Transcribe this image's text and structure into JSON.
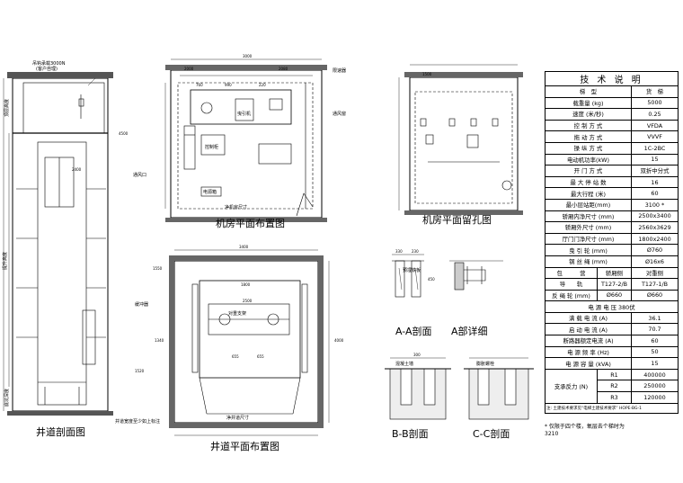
{
  "titles": {
    "shaft_section": "井道剖面图",
    "machine_room_layout": "机房平面布置图",
    "machine_room_holes": "机房平面留孔图",
    "shaft_plan": "井道平面布置图",
    "section_aa": "A-A剖面",
    "detail_a": "A部详细",
    "section_bb": "B-B剖面",
    "section_cc": "C-C剖面"
  },
  "annotations": {
    "hook_load": "吊钩承载3000N",
    "owner_supplied": "(客户自理)",
    "ventilation": "通风口",
    "control_cabinet": "控制柜",
    "machine": "曳引机",
    "power_box": "电源箱",
    "speed_governor": "限速器",
    "vent_window": "通风窗",
    "net_room_size": "净机房尺寸",
    "net_shaft_size": "净井道尺寸",
    "counterweight_bracket": "对重支架",
    "buffer": "缓冲器",
    "landing_door_note": "井道宽度至少如上标注",
    "embedded_plate": "预埋铁板",
    "beam_note": "混凝土墙",
    "anchor_note": "膨胀螺栓",
    "top_height": "顶层高度",
    "pit_depth": "底坑深度",
    "travel": "提升高度",
    "dims": [
      "2000",
      "2080",
      "760",
      "990",
      "220",
      "3000",
      "1500",
      "3400",
      "2500",
      "1800",
      "655",
      "655",
      "1340",
      "4000",
      "2400",
      "1520",
      "330",
      "230",
      "450",
      "1550",
      "300",
      "4500"
    ]
  },
  "spec_table": {
    "title": "技 术 说 明",
    "rows": [
      {
        "label": "梯　型",
        "value": "货　梯"
      },
      {
        "label": "载重量 (kg)",
        "value": "5000"
      },
      {
        "label": "速度 (米/秒)",
        "value": "0.25"
      },
      {
        "label": "控 制 方 式",
        "value": "VFDA"
      },
      {
        "label": "拖 动 方 式",
        "value": "VVVF"
      },
      {
        "label": "操 纵 方 式",
        "value": "1C-2BC"
      },
      {
        "label": "电动机功率(kW)",
        "value": "15"
      },
      {
        "label": "开 门 方 式",
        "value": "双折中分式"
      },
      {
        "label": "最 大 停 站 数",
        "value": "16"
      },
      {
        "label": "最大行程 (米)",
        "value": "60"
      },
      {
        "label": "最小层站距(mm)",
        "value": "3100"
      },
      {
        "label": "轿厢内净尺寸 (mm)",
        "value": "2500x3400"
      },
      {
        "label": "轿厢外尺寸 (mm)",
        "value": "2560x3629"
      },
      {
        "label": "厅门门净尺寸 (mm)",
        "value": "1800x2400"
      },
      {
        "label": "曳 引 轮 (mm)",
        "value": "Ø760"
      },
      {
        "label": "钢 丝 绳 (mm)",
        "value": "Ø16x6"
      }
    ],
    "split_head": {
      "left": "包　　　营",
      "mid": "轿厢侧",
      "right": "对重侧"
    },
    "guide_row": {
      "label": "导　　轨",
      "mid": "T127-2/B",
      "right": "T127-1/B"
    },
    "sheave_row": {
      "label": "反 绳 轮 (mm)",
      "mid": "Ø660",
      "right": "Ø660"
    },
    "voltage_row": "电 源 电 压  380伏",
    "power_rows": [
      {
        "label": "满 载 电 流 (A)",
        "value": "36.1"
      },
      {
        "label": "启 动 电 流 (A)",
        "value": "70.7"
      },
      {
        "label": "断路器额定电流 (A)",
        "value": "60"
      },
      {
        "label": "电 源 频 率 (Hz)",
        "value": "50"
      },
      {
        "label": "电 源 容 量 (kVA)",
        "value": "15"
      }
    ],
    "reaction_label": "支承反力 (N)",
    "reactions": [
      {
        "key": "R1",
        "value": "400000"
      },
      {
        "key": "R2",
        "value": "250000"
      },
      {
        "key": "R3",
        "value": "120000"
      }
    ],
    "note": "注: 土建技术要求见“电梯土建技术要求” HOPE-BG-1",
    "star": "*"
  },
  "footnote": {
    "star": "*",
    "text": "仅限于四个楼，氧层去个梯时为",
    "value": "3210"
  }
}
